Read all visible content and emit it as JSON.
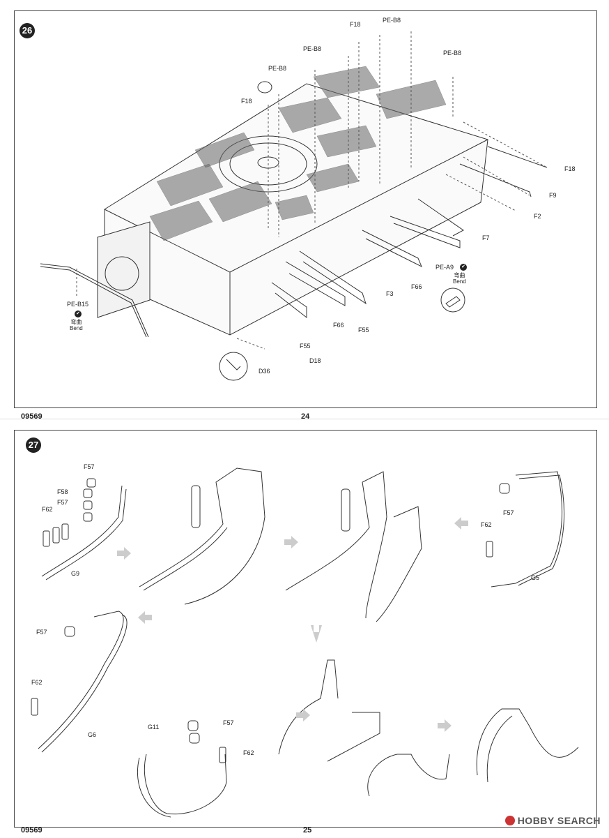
{
  "watermark": {
    "text": "HOBBY SEARCH"
  },
  "pages": [
    {
      "code": "09569",
      "page_number": "24",
      "step": "26",
      "labels": {
        "F18_a": "F18",
        "PE_B8_a": "PE-B8",
        "PE_B8_b": "PE-B8",
        "PE_B8_c": "PE-B8",
        "PE_B8_d": "PE-B8",
        "F18_b": "F18",
        "F18_c": "F18",
        "F9": "F9",
        "F2": "F2",
        "F7": "F7",
        "PE_A9": "PE-A9",
        "F66_a": "F66",
        "F3": "F3",
        "F55_a": "F55",
        "F66_b": "F66",
        "F55_b": "F55",
        "D18": "D18",
        "D36": "D36",
        "PE_B15": "PE-B15"
      },
      "bend_cn": "弯曲",
      "bend_en": "Bend"
    },
    {
      "code": "09569",
      "page_number": "25",
      "step": "27",
      "labels": {
        "F57_a": "F57",
        "F58": "F58",
        "F57_b": "F57",
        "F62_a": "F62",
        "G9": "G9",
        "F57_c": "F57",
        "F62_b": "F62",
        "G5": "G5",
        "F57_d": "F57",
        "F62_c": "F62",
        "G6": "G6",
        "G11": "G11",
        "F57_e": "F57",
        "F62_d": "F62"
      }
    }
  ]
}
